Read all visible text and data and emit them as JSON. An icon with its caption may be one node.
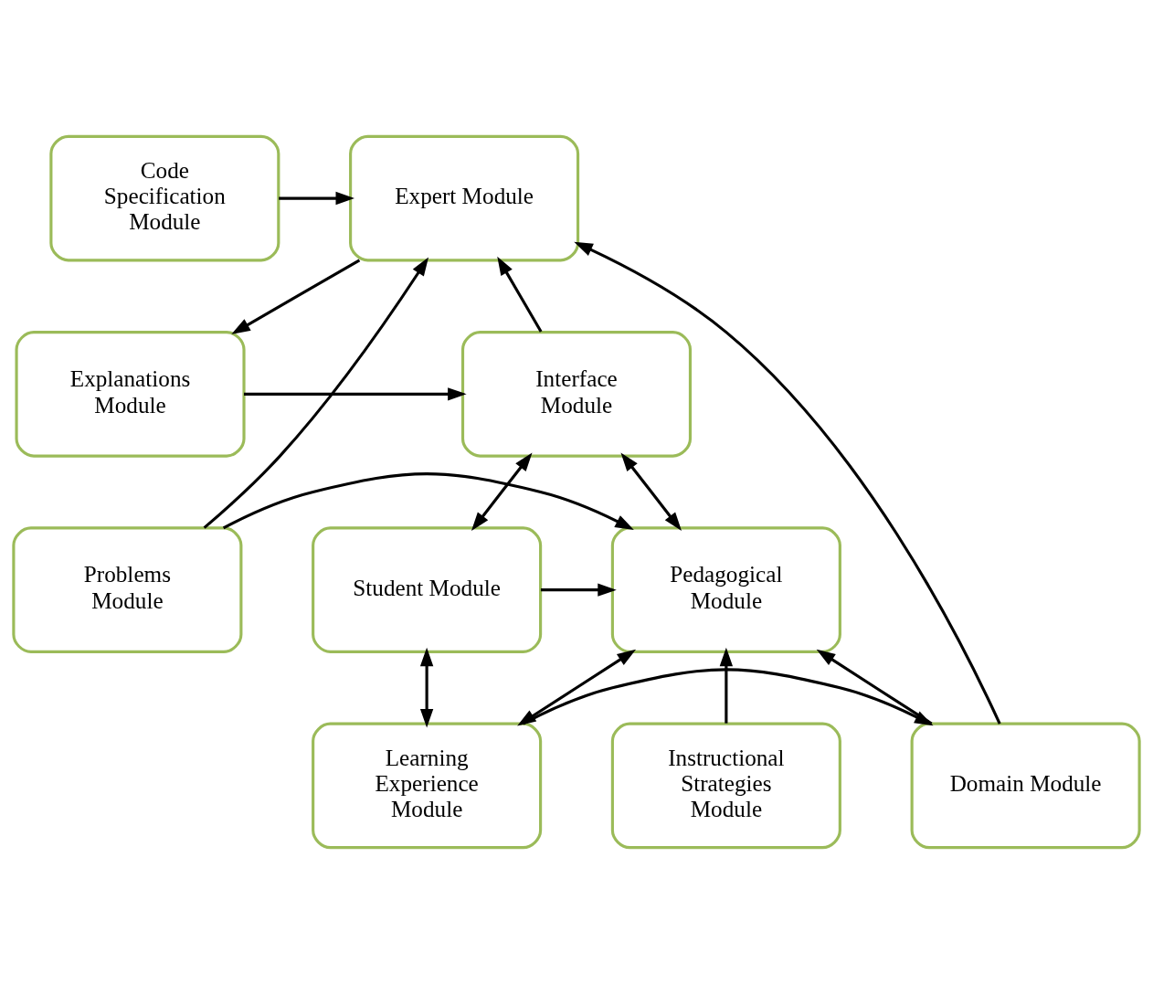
{
  "diagram": {
    "nodes": [
      {
        "text": [
          "Code Specification Module"
        ]
      },
      {
        "text": [
          "Expert Module"
        ]
      },
      {
        "text": [
          "Interface Module"
        ]
      },
      {
        "text": [
          "Explanations Module"
        ]
      },
      {
        "text": [
          "Problems Module"
        ]
      },
      {
        "text": [
          "Student Module"
        ]
      },
      {
        "text": [
          "Pedagogical Module"
        ]
      },
      {
        "text": [
          "Instructional Strategies Module"
        ]
      },
      {
        "text": [
          "Learning Experience Module"
        ]
      },
      {
        "text": [
          "Domain Module"
        ]
      }
    ],
    "edges": [
      {
        "from": 2,
        "to": 1,
        "arrow": "to"
      },
      {
        "from": 0,
        "to": 1,
        "arrow": "to"
      },
      {
        "from": 1,
        "to": 3,
        "arrow": "to"
      },
      {
        "from": 3,
        "to": 2,
        "arrow": "to"
      },
      {
        "from": 4,
        "to": 1,
        "arrow": "to"
      },
      {
        "from": 2,
        "to": 6,
        "arrow": "both"
      },
      {
        "from": 2,
        "to": 5,
        "arrow": "both"
      },
      {
        "from": 4,
        "to": 6,
        "arrow": "to"
      },
      {
        "from": 5,
        "to": 6,
        "arrow": "to"
      },
      {
        "from": 7,
        "to": 6,
        "arrow": "to"
      },
      {
        "from": 5,
        "to": 8,
        "arrow": "both"
      },
      {
        "from": 8,
        "to": 6,
        "arrow": "both"
      },
      {
        "from": 8,
        "to": 9,
        "arrow": "to"
      },
      {
        "from": 9,
        "to": 6,
        "arrow": "to"
      },
      {
        "from": 9,
        "to": 1,
        "arrow": "to"
      }
    ]
  }
}
